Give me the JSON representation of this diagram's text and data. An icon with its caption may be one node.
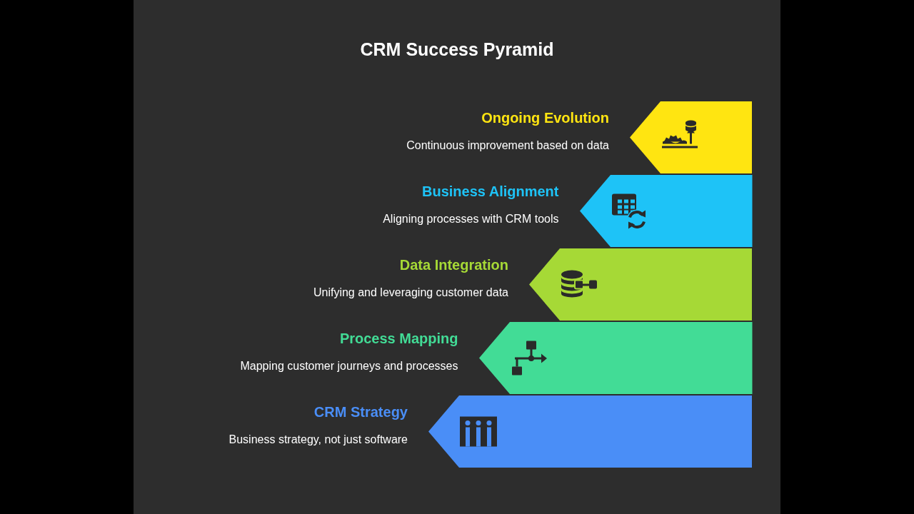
{
  "diagram": {
    "title": "CRM Success Pyramid",
    "nodes": [
      {
        "text": [
          "Ongoing Evolution",
          "Continuous improvement based on data"
        ]
      },
      {
        "text": [
          "Business Alignment",
          "Aligning processes with CRM tools"
        ]
      },
      {
        "text": [
          "Data Integration",
          "Unifying and leveraging customer data"
        ]
      },
      {
        "text": [
          "Process Mapping",
          "Mapping customer journeys and processes"
        ]
      },
      {
        "text": [
          "CRM Strategy",
          "Business strategy, not just software"
        ]
      }
    ]
  }
}
